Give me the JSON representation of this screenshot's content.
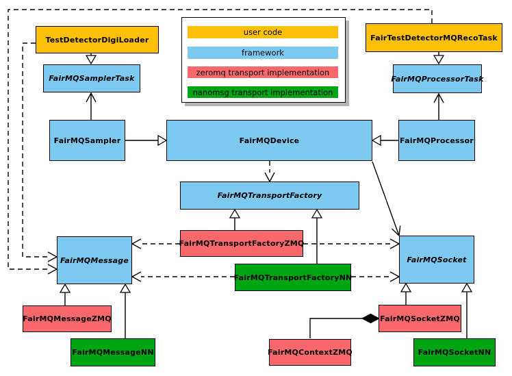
{
  "title": "FairMQ class diagram",
  "colors": {
    "user_code": "#FFC107",
    "framework": "#7DC9F0",
    "zeromq": "#F9696C",
    "nanomsg": "#00A513",
    "line": "#000000",
    "legend_shadow": "#b3b3b3"
  },
  "legend": {
    "items": [
      {
        "label": "user code",
        "color": "#FFC107"
      },
      {
        "label": "framework",
        "color": "#7DC9F0"
      },
      {
        "label": "zeromq transport implementation",
        "color": "#F9696C"
      },
      {
        "label": "nanomsg transport implementation",
        "color": "#00A513"
      }
    ]
  },
  "nodes": {
    "test_detector_digi_loader": {
      "label": "TestDetectorDigiLoader",
      "category": "user code",
      "abstract": false
    },
    "reco_task": {
      "label": "FairTestDetectorMQRecoTask",
      "category": "user code",
      "abstract": false
    },
    "sampler_task": {
      "label": "FairMQSamplerTask",
      "category": "framework",
      "abstract": true
    },
    "processor_task": {
      "label": "FairMQProcessorTask",
      "category": "framework",
      "abstract": true
    },
    "sampler": {
      "label": "FairMQSampler",
      "category": "framework",
      "abstract": false
    },
    "device": {
      "label": "FairMQDevice",
      "category": "framework",
      "abstract": false
    },
    "processor": {
      "label": "FairMQProcessor",
      "category": "framework",
      "abstract": false
    },
    "transport_factory": {
      "label": "FairMQTransportFactory",
      "category": "framework",
      "abstract": true
    },
    "transport_factory_zmq": {
      "label": "FairMQTransportFactoryZMQ",
      "category": "zeromq transport implementation",
      "abstract": false
    },
    "transport_factory_nn": {
      "label": "FairMQTransportFactoryNN",
      "category": "nanomsg transport implementation",
      "abstract": false
    },
    "message": {
      "label": "FairMQMessage",
      "category": "framework",
      "abstract": true
    },
    "socket": {
      "label": "FairMQSocket",
      "category": "framework",
      "abstract": true
    },
    "message_zmq": {
      "label": "FairMQMessageZMQ",
      "category": "zeromq transport implementation",
      "abstract": false
    },
    "message_nn": {
      "label": "FairMQMessageNN",
      "category": "nanomsg transport implementation",
      "abstract": false
    },
    "socket_zmq": {
      "label": "FairMQSocketZMQ",
      "category": "zeromq transport implementation",
      "abstract": false
    },
    "socket_nn": {
      "label": "FairMQSocketNN",
      "category": "nanomsg transport implementation",
      "abstract": false
    },
    "context_zmq": {
      "label": "FairMQContextZMQ",
      "category": "zeromq transport implementation",
      "abstract": false
    }
  },
  "relationships": [
    {
      "from": "TestDetectorDigiLoader",
      "to": "FairMQSamplerTask",
      "type": "inheritance"
    },
    {
      "from": "FairTestDetectorMQRecoTask",
      "to": "FairMQProcessorTask",
      "type": "inheritance"
    },
    {
      "from": "FairMQSampler",
      "to": "FairMQDevice",
      "type": "inheritance"
    },
    {
      "from": "FairMQProcessor",
      "to": "FairMQDevice",
      "type": "inheritance"
    },
    {
      "from": "FairMQTransportFactoryZMQ",
      "to": "FairMQTransportFactory",
      "type": "inheritance"
    },
    {
      "from": "FairMQTransportFactoryNN",
      "to": "FairMQTransportFactory",
      "type": "inheritance"
    },
    {
      "from": "FairMQMessageZMQ",
      "to": "FairMQMessage",
      "type": "inheritance"
    },
    {
      "from": "FairMQMessageNN",
      "to": "FairMQMessage",
      "type": "inheritance"
    },
    {
      "from": "FairMQSocketZMQ",
      "to": "FairMQSocket",
      "type": "inheritance"
    },
    {
      "from": "FairMQSocketNN",
      "to": "FairMQSocket",
      "type": "inheritance"
    },
    {
      "from": "FairMQSampler",
      "to": "FairMQSamplerTask",
      "type": "association"
    },
    {
      "from": "FairMQProcessor",
      "to": "FairMQProcessorTask",
      "type": "association"
    },
    {
      "from": "FairMQDevice",
      "to": "FairMQSocket",
      "type": "association"
    },
    {
      "from": "FairMQDevice",
      "to": "FairMQTransportFactory",
      "type": "dependency"
    },
    {
      "from": "FairMQTransportFactoryZMQ",
      "to": "FairMQMessage",
      "type": "dependency"
    },
    {
      "from": "FairMQTransportFactoryNN",
      "to": "FairMQMessage",
      "type": "dependency"
    },
    {
      "from": "FairMQTransportFactoryZMQ",
      "to": "FairMQSocket",
      "type": "dependency"
    },
    {
      "from": "FairMQTransportFactoryNN",
      "to": "FairMQSocket",
      "type": "dependency"
    },
    {
      "from": "TestDetectorDigiLoader",
      "to": "FairMQMessage",
      "type": "dependency"
    },
    {
      "from": "FairTestDetectorMQRecoTask",
      "to": "FairMQMessage",
      "type": "dependency"
    },
    {
      "from": "FairMQContextZMQ",
      "to": "FairMQSocketZMQ",
      "type": "composition"
    }
  ]
}
